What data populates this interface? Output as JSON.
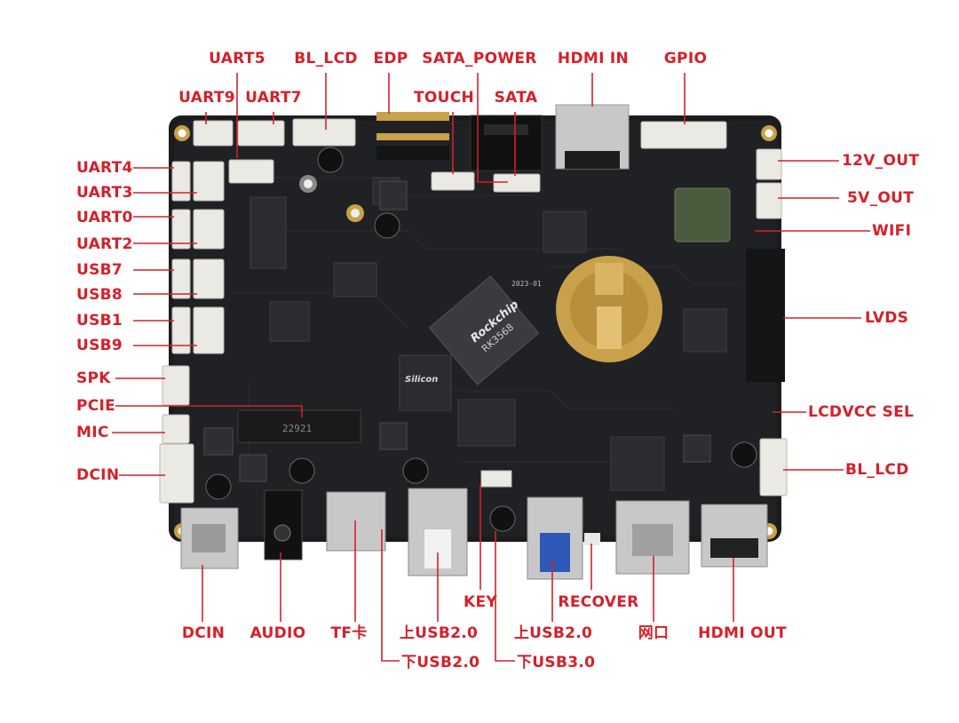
{
  "labels": {
    "uart5": "UART5",
    "bl_lcd_top": "BL_LCD",
    "edp": "EDP",
    "sata_power": "SATA_POWER",
    "hdmi_in": "HDMI IN",
    "gpio": "GPIO",
    "uart9": "UART9",
    "uart7": "UART7",
    "touch": "TOUCH",
    "sata": "SATA",
    "uart4": "UART4",
    "uart3": "UART3",
    "uart0": "UART0",
    "uart2": "UART2",
    "usb7": "USB7",
    "usb8": "USB8",
    "usb1": "USB1",
    "usb9": "USB9",
    "spk": "SPK",
    "pcie": "PCIE",
    "mic": "MIC",
    "dcin_left": "DCIN",
    "v12_out": "12V_OUT",
    "v5_out": "5V_OUT",
    "wifi": "WIFI",
    "lvds": "LVDS",
    "lcdvcc_sel": "LCDVCC SEL",
    "bl_lcd_right": "BL_LCD",
    "key": "KEY",
    "recover": "RECOVER",
    "dcin_bottom": "DCIN",
    "audio": "AUDIO",
    "tf_card": "TF卡",
    "upper_usb20_a": "上USB2.0",
    "upper_usb20_b": "上USB2.0",
    "ethernet": "网口",
    "hdmi_out": "HDMI OUT",
    "lower_usb20": "下USB2.0",
    "lower_usb30": "下USB3.0"
  },
  "chip_text": {
    "soc_brand": "Rockchip",
    "soc_model": "RK3568",
    "board_code": "2023-01",
    "pcie_slot_code": "22921",
    "wifi_brand": "Silicon"
  },
  "colors": {
    "label": "#d5202a",
    "line": "#d5202a",
    "pcb": "#1c1c1e",
    "connector": "#ebe9e4",
    "gold": "#c9a14a",
    "metal": "#c8c8c8"
  }
}
